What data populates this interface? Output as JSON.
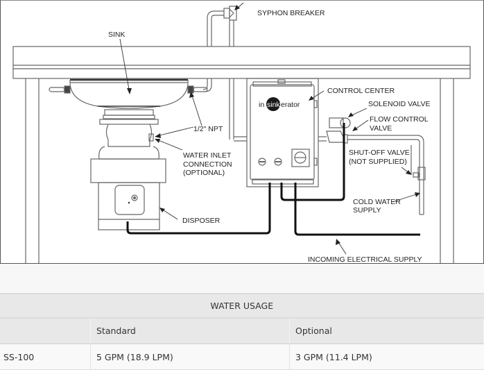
{
  "diagram": {
    "title": "InSinkErator SS-100 installation diagram",
    "brand_logo": {
      "prefix": "in",
      "mid": "sink",
      "suffix": "erator"
    },
    "labels": {
      "syphon_breaker": "SYPHON BREAKER",
      "sink": "SINK",
      "control_center": "CONTROL CENTER",
      "solenoid_valve": "SOLENOID VALVE",
      "flow_control_valve_1": "FLOW CONTROL",
      "flow_control_valve_2": "VALVE",
      "half_inch_npt": "1/2\" NPT",
      "water_inlet_1": "WATER INLET",
      "water_inlet_2": "CONNECTION",
      "water_inlet_3": "(OPTIONAL)",
      "shutoff_valve_1": "SHUT-OFF VALVE",
      "shutoff_valve_2": "(NOT SUPPLIED)",
      "cold_water_1": "COLD WATER",
      "cold_water_2": "SUPPLY",
      "disposer": "DISPOSER",
      "incoming_electrical": "INCOMING ELECTRICAL SUPPLY"
    },
    "colors": {
      "line": "#555555",
      "cable": "#111111",
      "logo_circle": "#1a1a1a"
    }
  },
  "table": {
    "title": "WATER USAGE",
    "columns": [
      "",
      "Standard",
      "Optional"
    ],
    "rows": [
      [
        "SS-100",
        "5 GPM (18.9 LPM)",
        "3 GPM (11.4 LPM)"
      ]
    ]
  }
}
